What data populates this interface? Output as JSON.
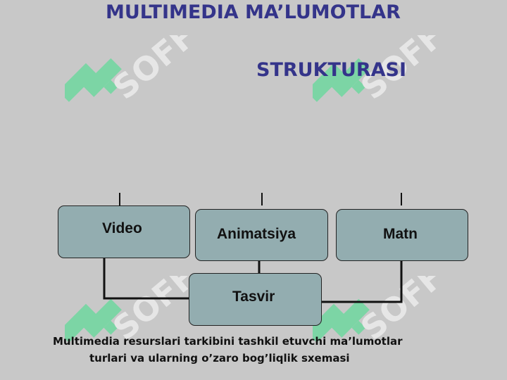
{
  "slide": {
    "title_line1": "MULTIMEDIA MA’LUMOTLAR",
    "title_line2": "STRUKTURASI",
    "watermark_text": "SOFF"
  },
  "diagram": {
    "nodes": {
      "video": "Video",
      "animatsiya": "Animatsiya",
      "matn": "Matn",
      "tasvir": "Tasvir"
    },
    "edges": [
      [
        "video",
        "tasvir"
      ],
      [
        "animatsiya",
        "tasvir"
      ],
      [
        "matn",
        "tasvir"
      ]
    ]
  },
  "caption": {
    "line1": "Multimedia resurslari tarkibini tashkil etuvchi ma’lumotlar",
    "line2": "turlari va ularning o’zaro bog’liqlik sxemasi"
  },
  "colors": {
    "background": "#c8c8c8",
    "title": "#34348a",
    "node_fill": "#93adb0",
    "watermark": "#ffffff"
  }
}
